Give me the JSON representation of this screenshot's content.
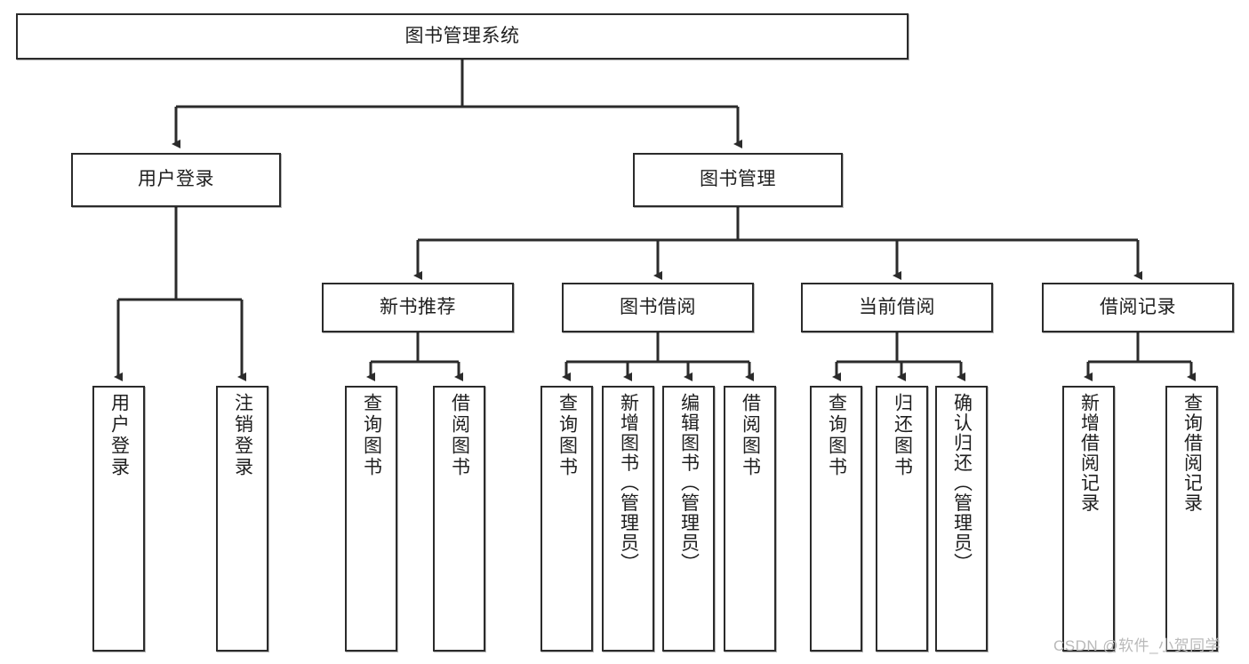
{
  "diagram": {
    "type": "tree-hierarchy",
    "title": "图书管理系统",
    "watermark": "CSDN @软件_小贺同学",
    "colors": {
      "stroke": "#2b2b2b",
      "fill": "#ffffff",
      "text": "#1f1f1f",
      "watermark": "#b9b9b9"
    },
    "nodes": {
      "root": {
        "label": "图书管理系统",
        "level": 0,
        "orientation": "horizontal"
      },
      "level1": [
        {
          "id": "user-login",
          "label": "用户登录",
          "orientation": "horizontal"
        },
        {
          "id": "book-management",
          "label": "图书管理",
          "orientation": "horizontal"
        }
      ],
      "level2": [
        {
          "id": "new-book-recommend",
          "label": "新书推荐",
          "orientation": "horizontal"
        },
        {
          "id": "book-borrow",
          "label": "图书借阅",
          "orientation": "horizontal"
        },
        {
          "id": "current-borrow",
          "label": "当前借阅",
          "orientation": "horizontal"
        },
        {
          "id": "borrow-record",
          "label": "借阅记录",
          "orientation": "horizontal"
        }
      ],
      "leaves": {
        "user-login": [
          {
            "id": "leaf-user-login",
            "label": "用户登录",
            "orientation": "vertical"
          },
          {
            "id": "leaf-logout",
            "label": "注销登录",
            "orientation": "vertical"
          }
        ],
        "new-book-recommend": [
          {
            "id": "leaf-query-book-1",
            "label": "查询图书",
            "orientation": "vertical"
          },
          {
            "id": "leaf-borrow-book-1",
            "label": "借阅图书",
            "orientation": "vertical"
          }
        ],
        "book-borrow": [
          {
            "id": "leaf-query-book-2",
            "label": "查询图书",
            "orientation": "vertical"
          },
          {
            "id": "leaf-add-book",
            "label": "新增图书（管理员）",
            "orientation": "vertical"
          },
          {
            "id": "leaf-edit-book",
            "label": "编辑图书（管理员）",
            "orientation": "vertical"
          },
          {
            "id": "leaf-borrow-book-2",
            "label": "借阅图书",
            "orientation": "vertical"
          }
        ],
        "current-borrow": [
          {
            "id": "leaf-query-book-3",
            "label": "查询图书",
            "orientation": "vertical"
          },
          {
            "id": "leaf-return-book",
            "label": "归还图书",
            "orientation": "vertical"
          },
          {
            "id": "leaf-confirm-return",
            "label": "确认归还（管理员）",
            "orientation": "vertical"
          }
        ],
        "borrow-record": [
          {
            "id": "leaf-add-record",
            "label": "新增借阅记录",
            "orientation": "vertical"
          },
          {
            "id": "leaf-query-record",
            "label": "查询借阅记录",
            "orientation": "vertical"
          }
        ]
      }
    }
  }
}
